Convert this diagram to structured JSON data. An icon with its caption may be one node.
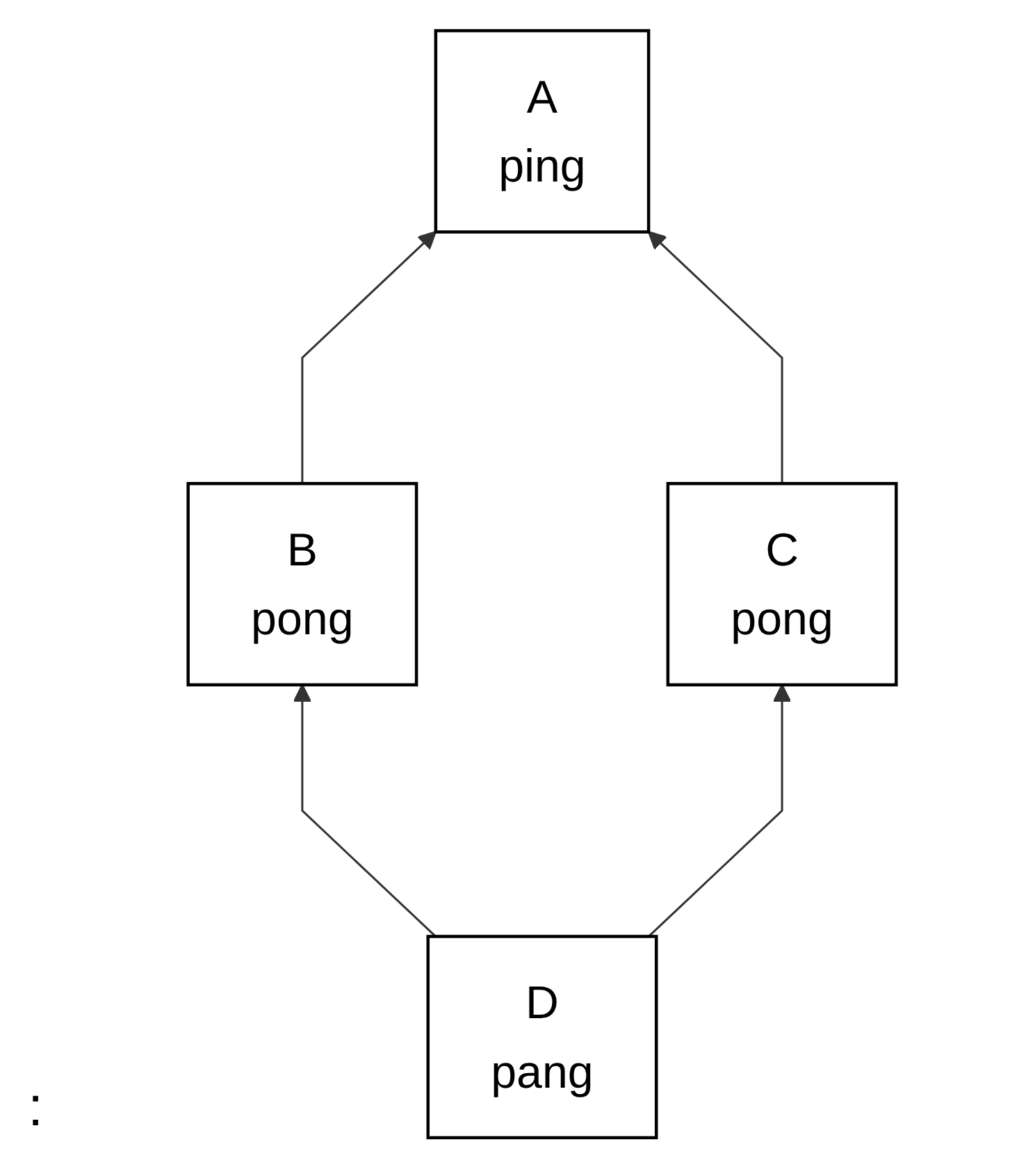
{
  "diagram": {
    "nodes": [
      {
        "text": [
          "A",
          "ping"
        ]
      },
      {
        "text": [
          "B",
          "pong"
        ]
      },
      {
        "text": [
          "C",
          "pong"
        ]
      },
      {
        "text": [
          "D",
          "pang"
        ]
      }
    ],
    "edges": [
      {
        "from": 1,
        "to": 0,
        "arrow": "to"
      },
      {
        "from": 2,
        "to": 0,
        "arrow": "to"
      },
      {
        "from": 3,
        "to": 1,
        "arrow": "to"
      },
      {
        "from": 3,
        "to": 2,
        "arrow": "to"
      }
    ],
    "labels": [
      ":"
    ]
  }
}
